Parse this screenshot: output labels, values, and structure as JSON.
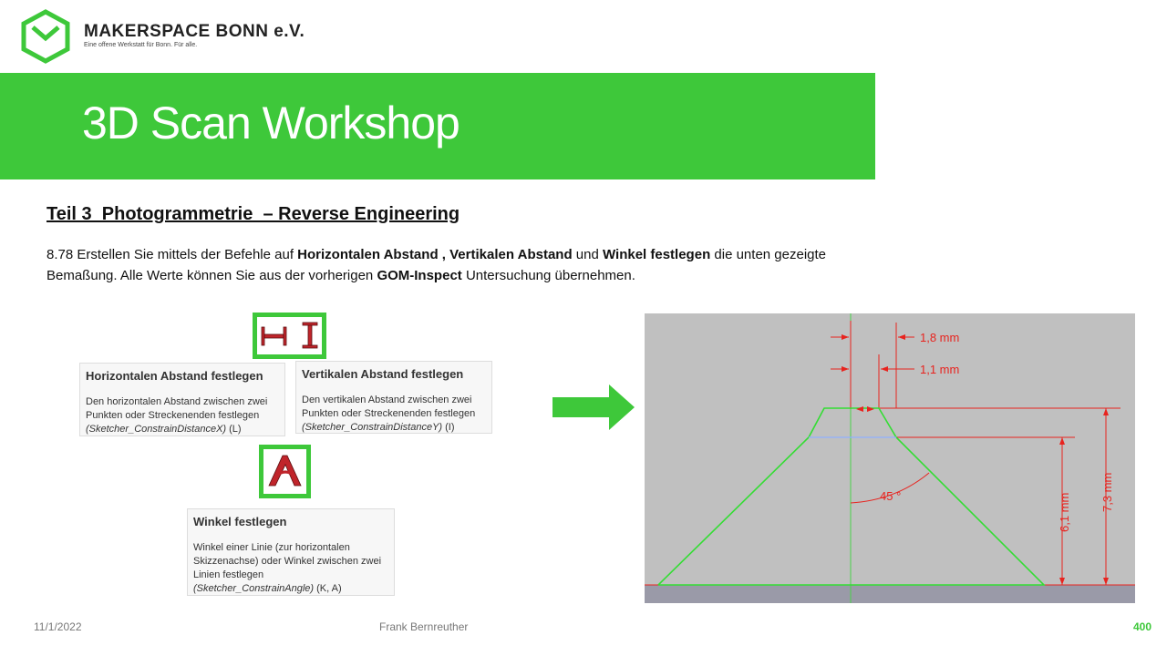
{
  "header": {
    "brand": "MAKERSPACE BONN e.V.",
    "tagline": "Eine offene Werkstatt für Bonn. Für alle.",
    "brand_color": "#3ec83a"
  },
  "banner": {
    "title": "3D Scan Workshop"
  },
  "section_title": "Teil 3  Photogrammetrie  – Reverse Engineering",
  "instruction": {
    "prefix": "8.78 Erstellen Sie mittels der Befehle auf ",
    "b1": "Horizontalen Abstand",
    "sep1": " , ",
    "b2": "Vertikalen Abstand",
    "mid": " und ",
    "b3": "Winkel festlegen",
    "mid2": " die unten gezeigte Bemaßung. Alle Werte können Sie aus der vorherigen ",
    "b4": "GOM-Inspect",
    "suffix": " Untersuchung übernehmen."
  },
  "tooltips": {
    "horizontal": {
      "title": "Horizontalen Abstand festlegen",
      "text": "Den horizontalen Abstand zwischen zwei Punkten oder Streckenenden festlegen",
      "command": "(Sketcher_ConstrainDistanceX)",
      "shortcut": " (L)"
    },
    "vertical": {
      "title": "Vertikalen Abstand festlegen",
      "text": "Den vertikalen Abstand zwischen zwei Punkten oder Streckenenden festlegen",
      "command": "(Sketcher_ConstrainDistanceY)",
      "shortcut": " (I)"
    },
    "angle": {
      "title": "Winkel festlegen",
      "text": "Winkel einer Linie (zur horizontalen Skizzenachse) oder Winkel zwischen zwei Linien festlegen",
      "command": "(Sketcher_ConstrainAngle)",
      "shortcut": " (K, A)"
    }
  },
  "icons": {
    "distance_icons": "distance-x-y-icon",
    "angle_icon": "angle-icon"
  },
  "sketch": {
    "dim_top_width": "1,8 mm",
    "dim_half_width": "1,1 mm",
    "dim_height_inner": "6,1 mm",
    "dim_height_outer": "7,3 mm",
    "angle": "45 °",
    "dimension_color": "#e8231e",
    "geometry_color": "#33dd33"
  },
  "footer": {
    "date": "11/1/2022",
    "author": "Frank Bernreuther",
    "page": "400"
  }
}
